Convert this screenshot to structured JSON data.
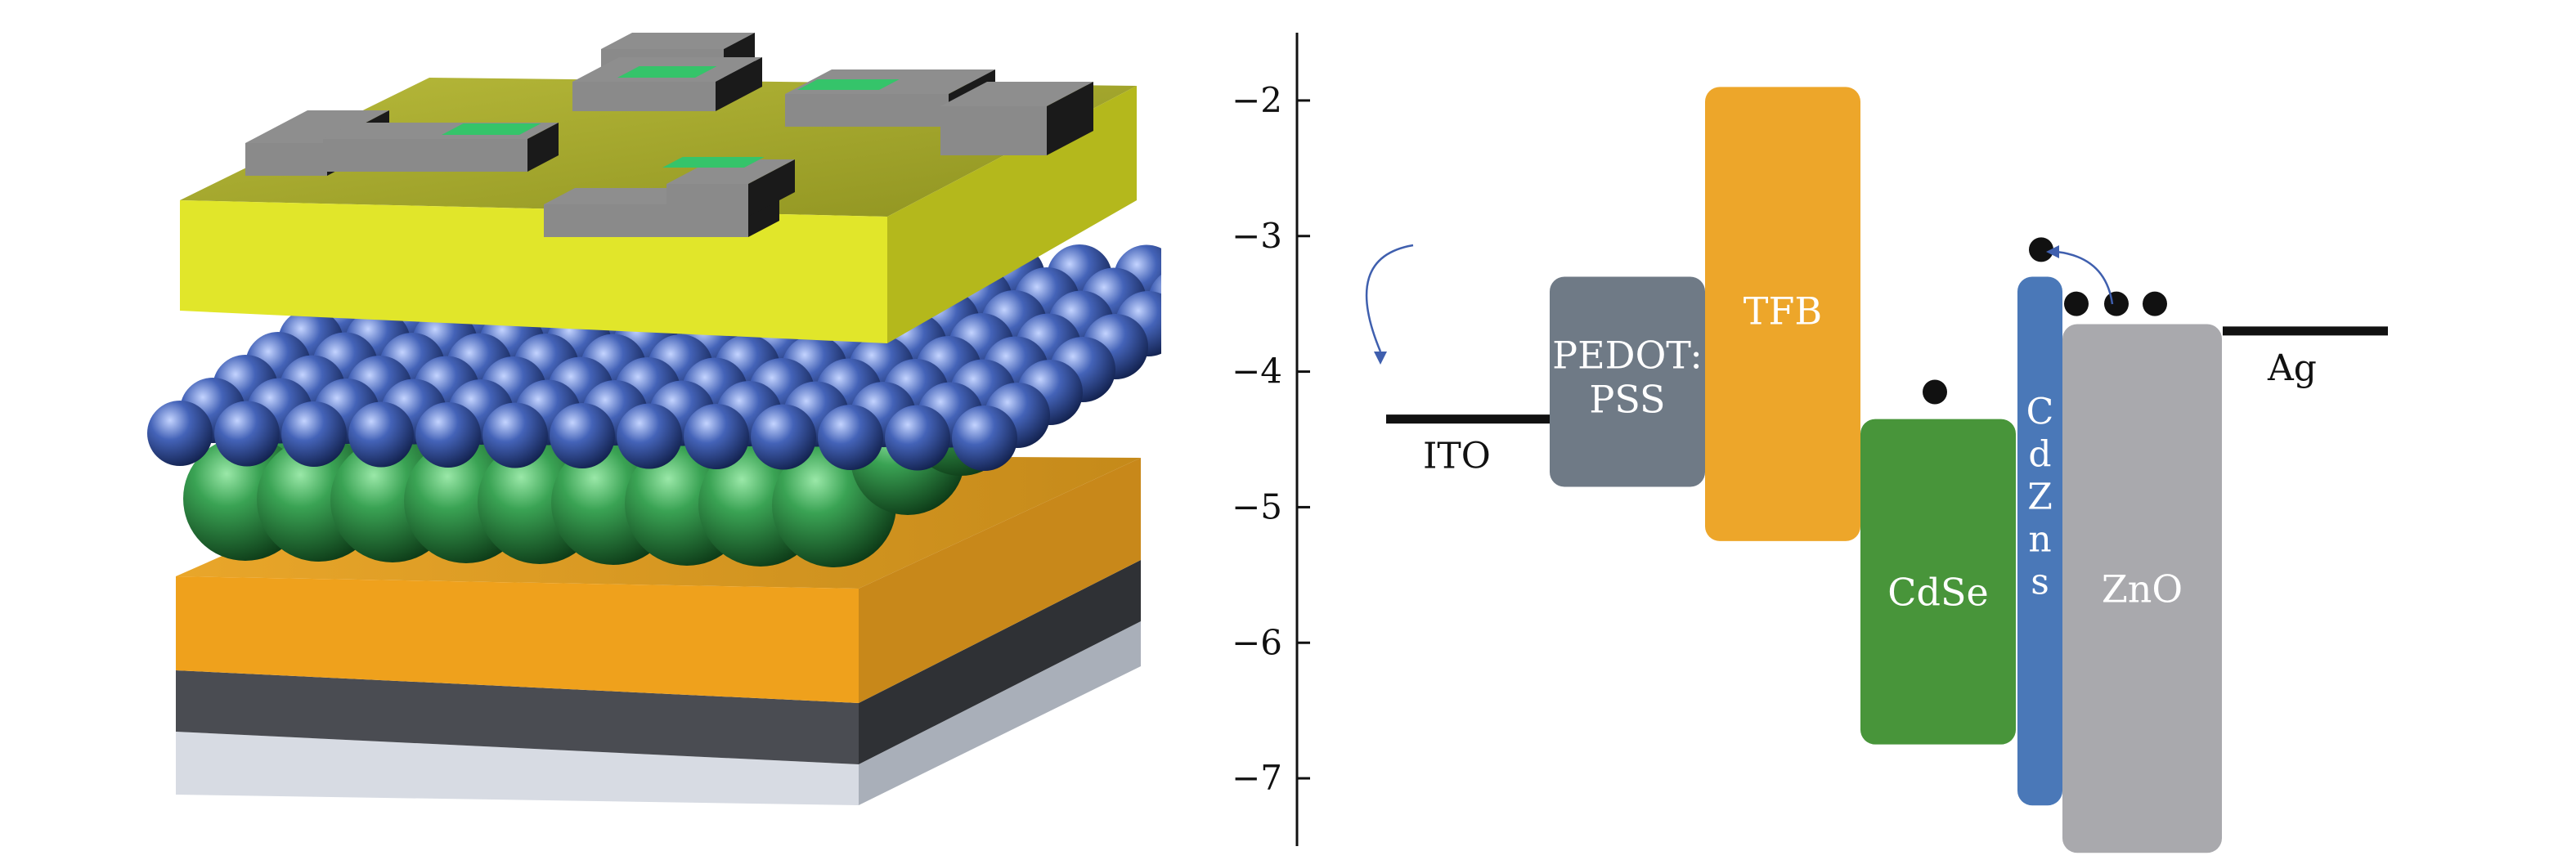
{
  "schematic": {
    "layers": [
      "substrate",
      "ito",
      "pedot-pss",
      "tfb",
      "cdse-cdzns-qd",
      "zno-np",
      "ag-electrode"
    ],
    "colors": {
      "substrate": "#cfd4dc",
      "ito": "#45474c",
      "hole_layer": "#ee9f1d",
      "qd_green": "#2f9a45",
      "zno_blue": "#3d5ab0",
      "etl_yellow": "#dfe42c",
      "electrode_gray": "#8d8d8d",
      "emission_green": "#35c46a"
    }
  },
  "chart_data": {
    "type": "energy-level-diagram",
    "ylim": [
      -7.5,
      -1.5
    ],
    "yticks": [
      {
        "value": -2,
        "label": "−2"
      },
      {
        "value": -3,
        "label": "−3"
      },
      {
        "value": -4,
        "label": "−4"
      },
      {
        "value": -5,
        "label": "−5"
      },
      {
        "value": -6,
        "label": "−6"
      },
      {
        "value": -7,
        "label": "−7"
      }
    ],
    "electrodes": [
      {
        "name": "ITO",
        "level": -4.35
      },
      {
        "name": "Ag",
        "level": -3.7
      }
    ],
    "materials": [
      {
        "name": "PEDOT:PSS",
        "label_lines": [
          "PEDOT:",
          "PSS"
        ],
        "top": -3.3,
        "bottom": -4.85,
        "color": "#6f7a86"
      },
      {
        "name": "TFB",
        "label_lines": [
          "TFB"
        ],
        "top": -1.9,
        "bottom": -5.25,
        "color": "#eda62a"
      },
      {
        "name": "CdSe",
        "label_lines": [
          "CdSe"
        ],
        "top": -4.35,
        "bottom": -6.75,
        "color": "#48953a"
      },
      {
        "name": "CdZns",
        "label_lines": [
          "C",
          "d",
          "Z",
          "n",
          "s"
        ],
        "top": -3.3,
        "bottom": -7.2,
        "color": "#4a78b8"
      },
      {
        "name": "ZnO",
        "label_lines": [
          "ZnO"
        ],
        "top": -3.65,
        "bottom": -7.55,
        "color": "#a9a9ad"
      }
    ],
    "electrons": [
      {
        "at": "CdSe",
        "level": -4.15,
        "count": 1
      },
      {
        "at": "CdZns",
        "level": -3.1,
        "count": 1
      },
      {
        "at": "ZnO",
        "level": -3.5,
        "count": 3
      }
    ]
  }
}
